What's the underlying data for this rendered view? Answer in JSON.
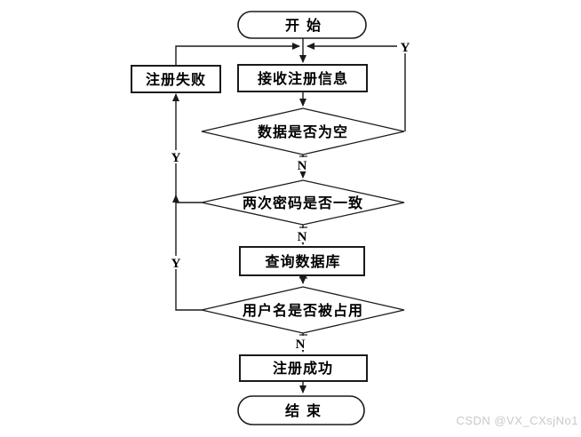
{
  "flowchart": {
    "nodes": {
      "start": "开始",
      "receive_info": "接收注册信息",
      "register_fail": "注册失败",
      "data_empty": "数据是否为空",
      "password_match": "两次密码是否一致",
      "query_db": "查询数据库",
      "username_taken": "用户名是否被占用",
      "register_ok": "注册成功",
      "end": "结束"
    },
    "branch_labels": {
      "yes": "Y",
      "no": "N"
    },
    "colors": {
      "stroke": "#1a1a1a",
      "background": "#ffffff",
      "watermark": "#c9c9c9"
    }
  },
  "watermark": {
    "text": "CSDN @VX_CXsjNo1"
  }
}
